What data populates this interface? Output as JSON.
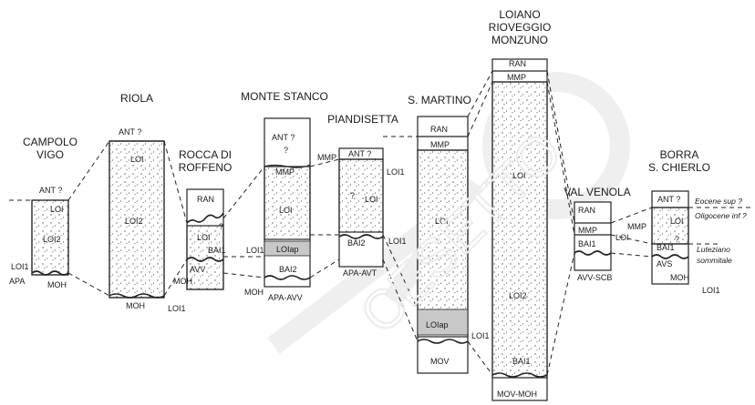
{
  "columns": [
    {
      "id": "campolo",
      "title": [
        "CAMPOLO",
        "VIGO"
      ],
      "base": "MOH"
    },
    {
      "id": "riola",
      "title": [
        "RIOLA"
      ],
      "base": "MOH"
    },
    {
      "id": "rocca",
      "title": [
        "ROCCA DI",
        "ROFFENO"
      ],
      "base": "MOH"
    },
    {
      "id": "stanco",
      "title": [
        "MONTE STANCO"
      ],
      "base": "APA-AVV"
    },
    {
      "id": "piandisetta",
      "title": [
        "PIANDISETTA"
      ],
      "base": "APA-AVT"
    },
    {
      "id": "martino",
      "title": [
        "S. MARTINO"
      ],
      "base": "MOV"
    },
    {
      "id": "loiano",
      "title": [
        "LOIANO",
        "RIOVEGGIO",
        "MONZUNO"
      ],
      "base": "MOV-MOH"
    },
    {
      "id": "venola",
      "title": [
        "VAL VENOLA"
      ],
      "base": "AVV-SCB"
    },
    {
      "id": "borra",
      "title": [
        "BORRA",
        "S. CHIERLO"
      ],
      "base": "AVS"
    }
  ],
  "units": {
    "ant_q": "ANT ?",
    "q": "?",
    "loi": "LOI",
    "loi1": "LOI1",
    "loi2": "LOI2",
    "loiap": "LOIap",
    "bai1": "BAI1",
    "bai2": "BAI2",
    "ran": "RAN",
    "mmp": "MMP",
    "moh": "MOH",
    "mov": "MOV",
    "apa": "APA",
    "avv": "AVV",
    "avs": "AVS"
  },
  "legend": {
    "eocene": "Eocene sup ?",
    "oligocene": "Oligocene inf ?",
    "lutetian1": "Luteziano",
    "lutetian2": "sommitale"
  },
  "watermark": "CESETTO"
}
